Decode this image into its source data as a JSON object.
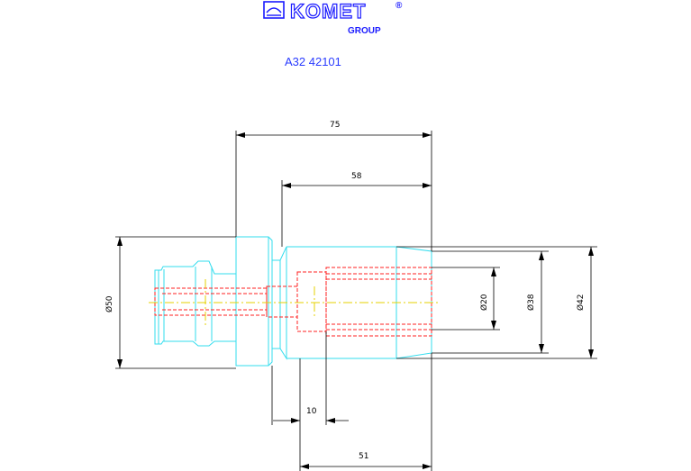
{
  "header": {
    "brand": "KOMET",
    "registered": "®",
    "group": "GROUP",
    "part_number": "A32 42101"
  },
  "dimensions": {
    "overall_length": "75",
    "collar_to_end": "58",
    "thread_length": "51",
    "offset": "10",
    "collar_diameter": "Ø50",
    "bore_diameter": "Ø20",
    "body_diameter": "Ø38",
    "face_diameter": "Ø42"
  },
  "colors": {
    "brand": "#1a1aff",
    "outline": "#33ddee",
    "hidden": "#ff2020",
    "center": "#e6d200",
    "dimension": "#000000"
  },
  "icons": [
    "komet-logo-icon"
  ]
}
